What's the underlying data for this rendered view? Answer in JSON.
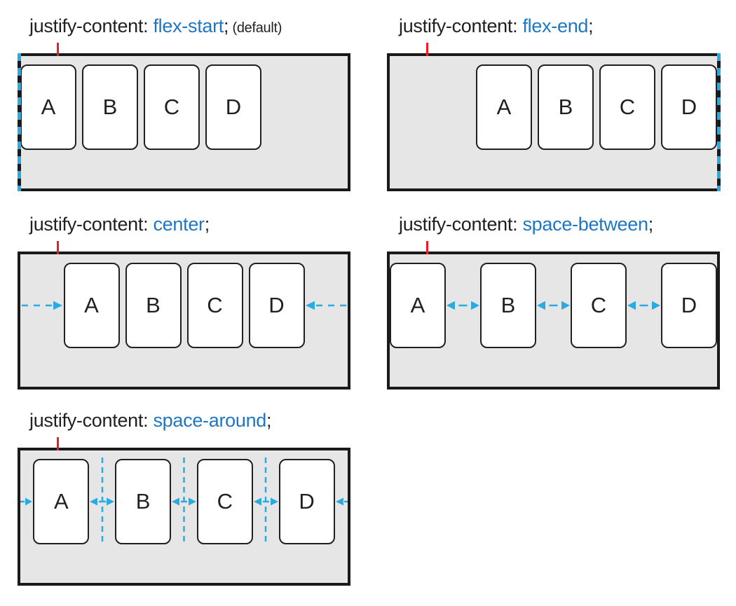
{
  "diagram_title": "justify-content values diagram",
  "colors": {
    "value_blue": "#1f76c2",
    "arrow_cyan": "#29abe2",
    "marker_red": "#ed1c24",
    "container_fill": "#e6e6e6",
    "container_border": "#1a1a1a",
    "text_dark": "#231f20",
    "item_fill": "#ffffff"
  },
  "panels": [
    {
      "property": "justify-content: ",
      "value": "flex-start",
      "semicolon": ";",
      "suffix": " (default)",
      "items": [
        "A",
        "B",
        "C",
        "D"
      ]
    },
    {
      "property": "justify-content: ",
      "value": "flex-end",
      "semicolon": ";",
      "suffix": "",
      "items": [
        "A",
        "B",
        "C",
        "D"
      ]
    },
    {
      "property": "justify-content: ",
      "value": "center",
      "semicolon": ";",
      "suffix": "",
      "items": [
        "A",
        "B",
        "C",
        "D"
      ]
    },
    {
      "property": "justify-content: ",
      "value": "space-between",
      "semicolon": ";",
      "suffix": "",
      "items": [
        "A",
        "B",
        "C",
        "D"
      ]
    },
    {
      "property": "justify-content: ",
      "value": "space-around",
      "semicolon": ";",
      "suffix": "",
      "items": [
        "A",
        "B",
        "C",
        "D"
      ]
    }
  ]
}
